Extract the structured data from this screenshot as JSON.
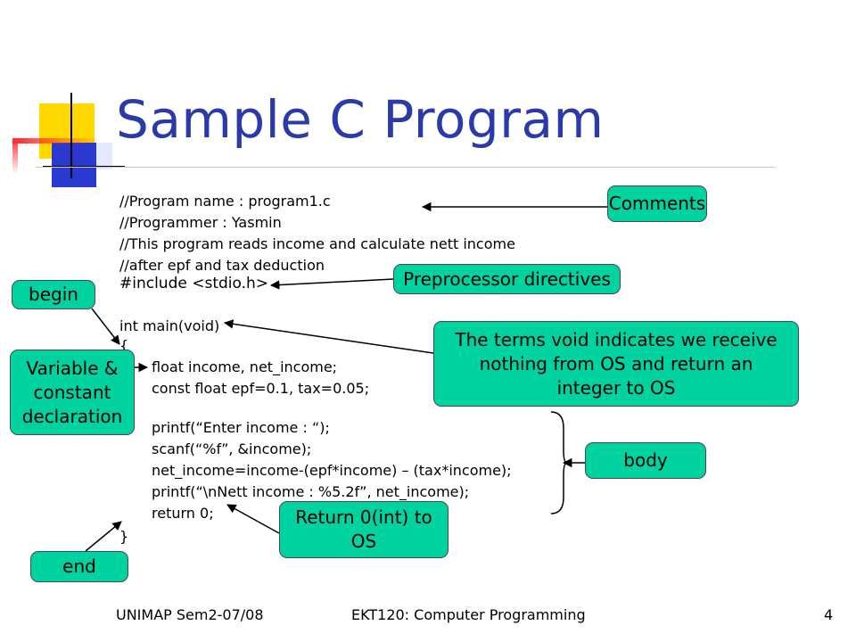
{
  "slide": {
    "title": "Sample C Program",
    "code_lines": [
      "//Program name : program1.c",
      "//Programmer : Yasmin",
      "//This program reads income and calculate nett income",
      "//after epf and tax deduction",
      "#include <stdio.h>",
      "int main(void)",
      "{",
      "float income, net_income;",
      "const float epf=0.1, tax=0.05;",
      "printf(“Enter income : “);",
      "scanf(“%f”, &income);",
      "net_income=income-(epf*income) – (tax*income);",
      "printf(“\\nNett income : %5.2f”, net_income);",
      "return 0;",
      "}"
    ],
    "callouts": {
      "comments": "Comments",
      "preprocessor": "Preprocessor directives",
      "begin": "begin",
      "void_note": "The terms void indicates we receive nothing from OS and return an integer to OS",
      "variable_decl": "Variable & constant declaration",
      "body": "body",
      "return_note": "Return 0(int) to OS",
      "end": "end"
    },
    "colors": {
      "title": "#2a3aa8",
      "callout_fill": "#00d2a0",
      "deco_yellow": "#ffd800",
      "deco_blue": "#2a3ad0",
      "deco_red": "#ff3030"
    }
  },
  "footer": {
    "left": "UNIMAP Sem2-07/08",
    "center": "EKT120: Computer Programming",
    "page_number": "4"
  }
}
